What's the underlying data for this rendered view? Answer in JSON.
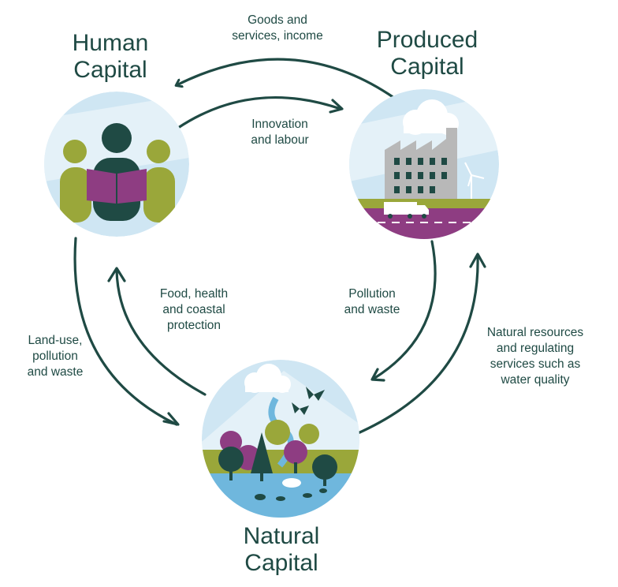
{
  "nodes": {
    "human": {
      "title_lines": [
        "Human",
        "Capital"
      ]
    },
    "produced": {
      "title_lines": [
        "Produced",
        "Capital"
      ]
    },
    "natural": {
      "title_lines": [
        "Natural",
        "Capital"
      ]
    }
  },
  "flows": {
    "produced_to_human": [
      "Goods and",
      "services, income"
    ],
    "human_to_produced": [
      "Innovation",
      "and labour"
    ],
    "natural_to_human": [
      "Food, health",
      "and coastal",
      "protection"
    ],
    "human_to_natural": [
      "Land-use,",
      "pollution",
      "and waste"
    ],
    "produced_to_natural": [
      "Pollution",
      "and waste"
    ],
    "natural_to_produced": [
      "Natural resources",
      "and regulating",
      "services such as",
      "water quality"
    ]
  },
  "colors": {
    "arrow": "#1f4a44",
    "sky": "#cfe6f3",
    "olive": "#9aa73a",
    "purple": "#8e3d82",
    "dark_green": "#1f4a44",
    "grey": "#b8b8b8",
    "water": "#6fb7dd"
  }
}
